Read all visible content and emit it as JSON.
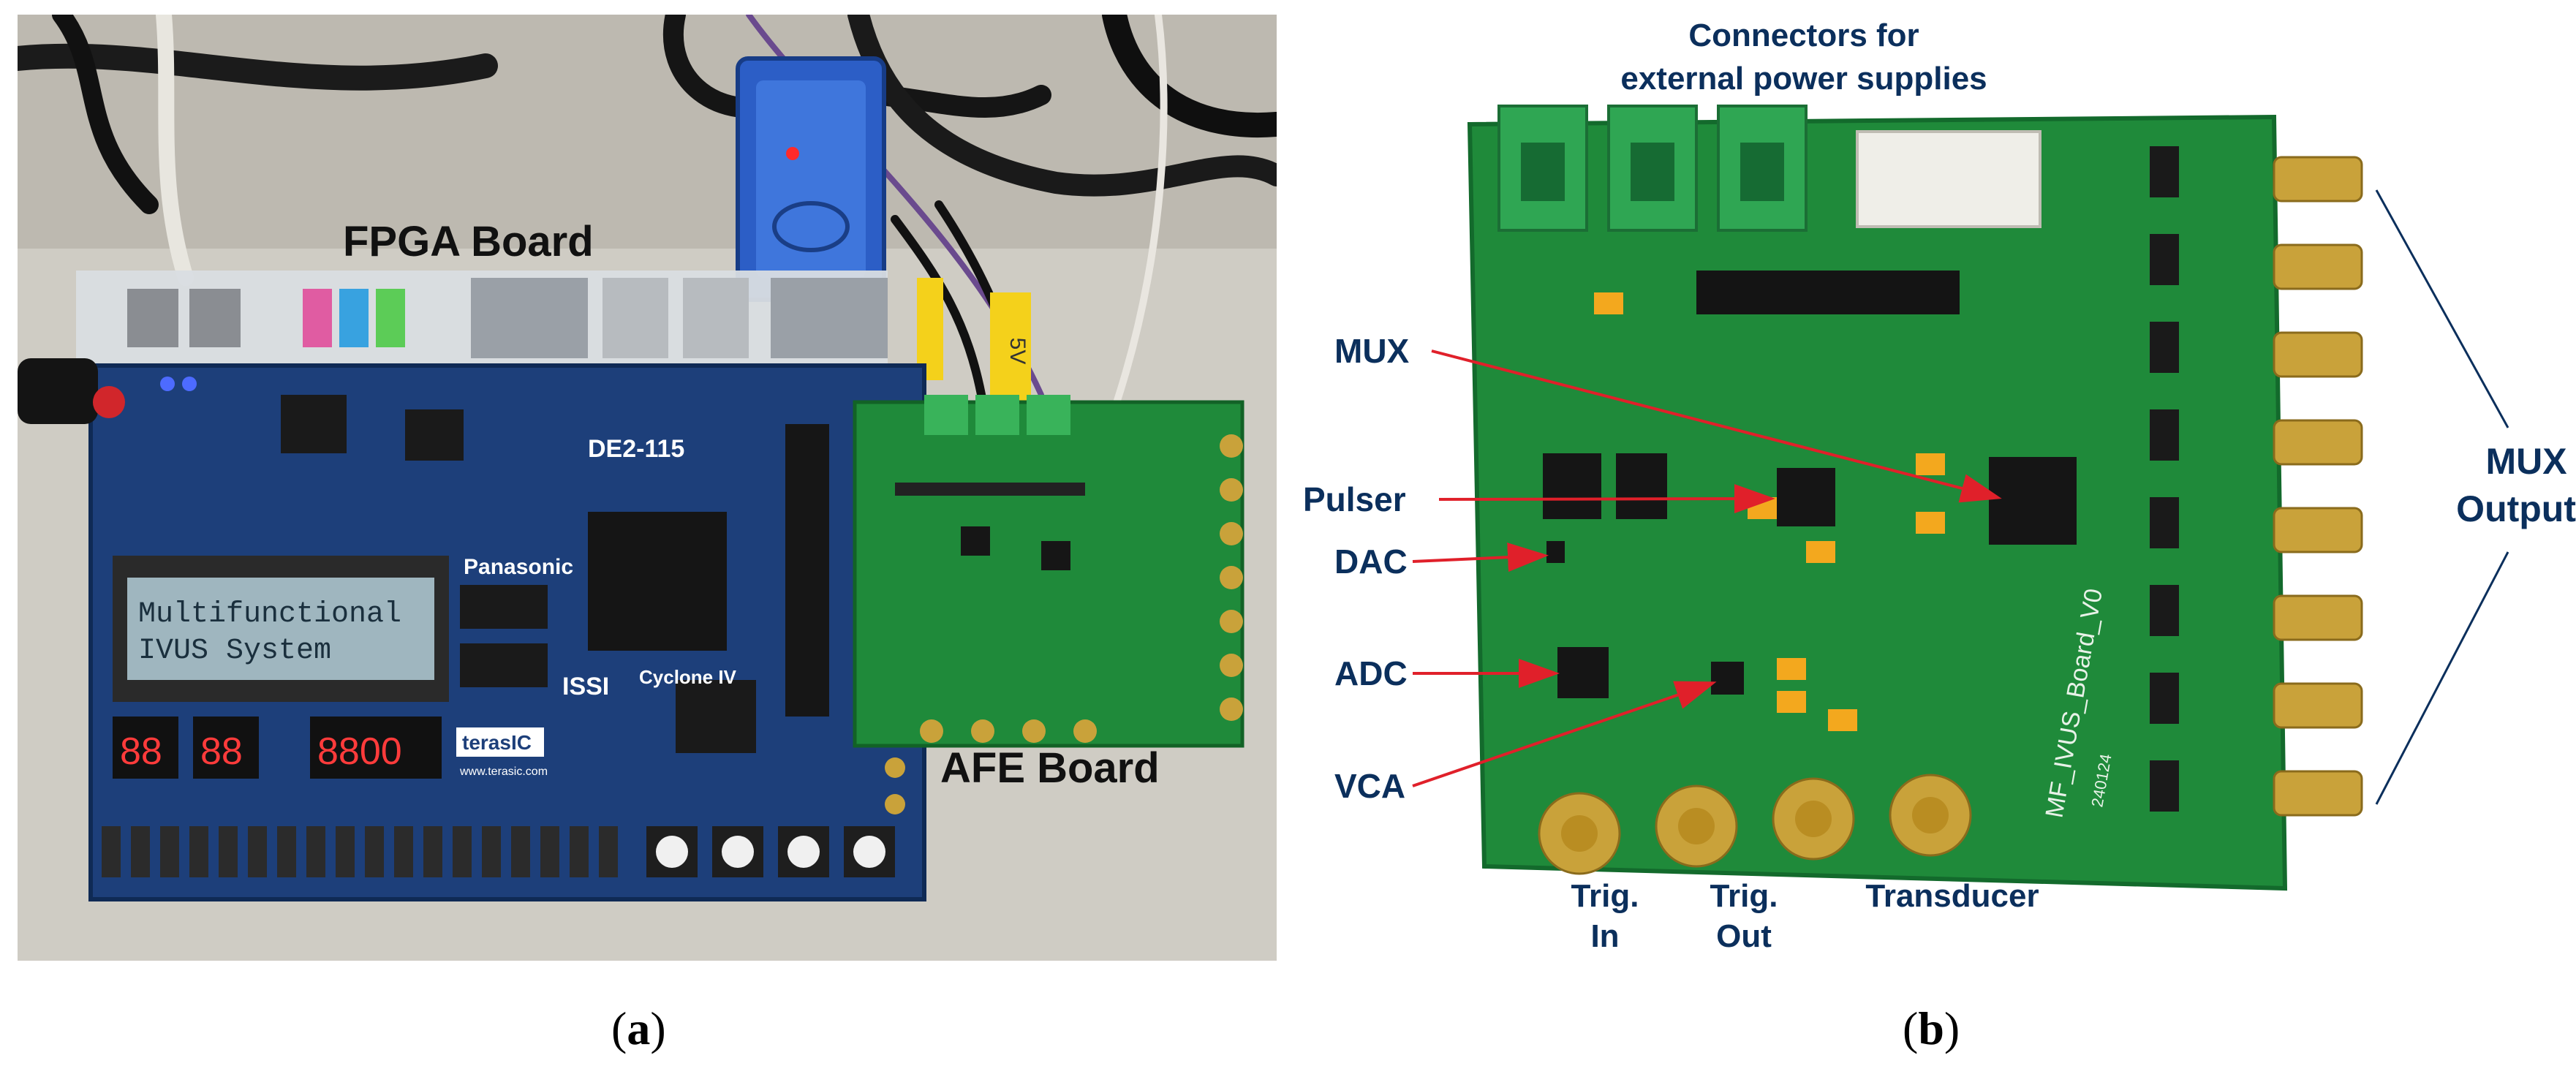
{
  "panel_a": {
    "caption_open": "(",
    "caption_letter": "a",
    "caption_close": ")",
    "label_fpga": "FPGA Board",
    "label_afe": "AFE Board",
    "lcd_line1": "Multifunctional",
    "lcd_line2": "IVUS System",
    "board_model": "DE2-115",
    "brand_panasonic": "Panasonic",
    "brand_issi": "ISSI",
    "brand_cyclone": "Cyclone IV",
    "brand_terasic": "terasIC",
    "brand_terasic_url": "www.terasic.com",
    "tape_label": "5V",
    "seven_seg": [
      "88",
      "88",
      "8800"
    ]
  },
  "panel_b": {
    "caption_open": "(",
    "caption_letter": "b",
    "caption_close": ")",
    "label_connectors_line1": "Connectors for",
    "label_connectors_line2": "external power supplies",
    "label_mux": "MUX",
    "label_pulser": "Pulser",
    "label_dac": "DAC",
    "label_adc": "ADC",
    "label_vca": "VCA",
    "label_mux_outputs_line1": "MUX",
    "label_mux_outputs_line2": "Outputs",
    "label_trig_in_line1": "Trig.",
    "label_trig_in_line2": "In",
    "label_trig_out_line1": "Trig.",
    "label_trig_out_line2": "Out",
    "label_transducer": "Transducer",
    "silk_board_name": "MF_IVUS_Board_V0",
    "silk_date": "240124"
  },
  "colors": {
    "label_navy": "#0b2f5c",
    "arrow_red": "#e0202a",
    "pcb_green": "#1f8a3a",
    "fpga_blue": "#1d3f7a",
    "sma_gold": "#c9a23a"
  }
}
